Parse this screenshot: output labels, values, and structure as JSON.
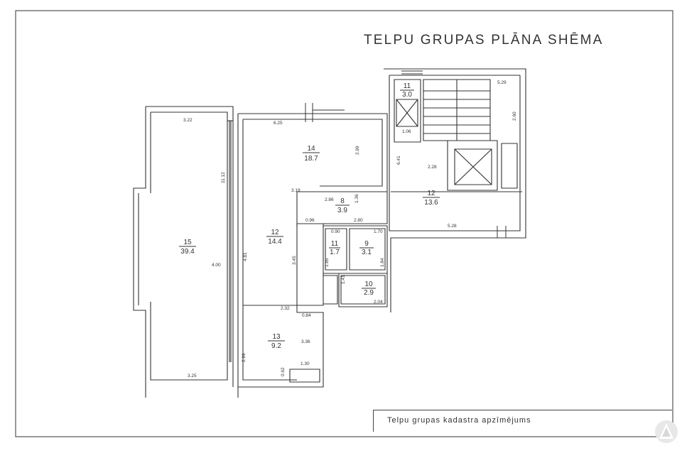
{
  "title": "TELPU  GRUPAS PLĀNA  SHĒMA",
  "footer_label": "Telpu  grupas kadastra  apzīmējums",
  "logo_icon": "seal-logo-icon",
  "rooms": [
    {
      "id": "room-15",
      "number": "15",
      "area": "39.4"
    },
    {
      "id": "room-14",
      "number": "14",
      "area": "18.7"
    },
    {
      "id": "room-12a",
      "number": "12",
      "area": "14.4"
    },
    {
      "id": "room-8",
      "number": "8",
      "area": "3.9"
    },
    {
      "id": "room-11a",
      "number": "11",
      "area": "1.7"
    },
    {
      "id": "room-9",
      "number": "9",
      "area": "3.1"
    },
    {
      "id": "room-10",
      "number": "10",
      "area": "2.9"
    },
    {
      "id": "room-13",
      "number": "13",
      "area": "9.2"
    },
    {
      "id": "room-11b",
      "number": "11",
      "area": "3.0"
    },
    {
      "id": "room-12b",
      "number": "12",
      "area": "13.6"
    }
  ],
  "dimensions": [
    "3.22",
    "11.12",
    "4.00",
    "4.81",
    "3.25",
    "2.99",
    "6.25",
    "2.99",
    "3.19",
    "2.86",
    "1.36",
    "0.96",
    "2.80",
    "0.90",
    "1.70",
    "3.45",
    "1.85",
    "1.84",
    "1.41",
    "2.04",
    "2.32",
    "0.84",
    "3.36",
    "1.30",
    "0.62",
    "5.29",
    "2.60",
    "1.06",
    "6.41",
    "2.28",
    "5.28"
  ]
}
